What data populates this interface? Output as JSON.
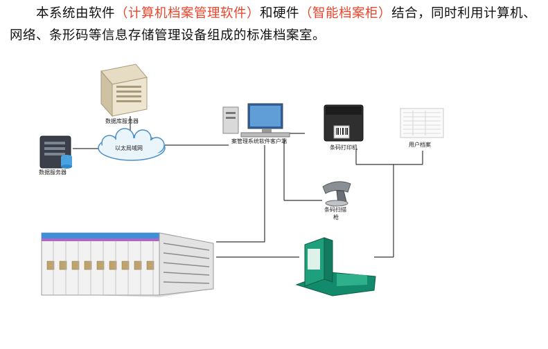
{
  "paragraph": {
    "part1": "本系统由软件",
    "software": "（计算机档案管理软件）",
    "part2": "和硬件",
    "hardware": "（智能档案柜）",
    "part3": "结合，同时利用计算机、网络、条形码等信息存储管理设备组成的标准档案室。"
  },
  "diagram": {
    "db_server": "数据库服务器",
    "lan": "以太局域网",
    "data_server": "数据服务器",
    "client": "案管理系统软件客户端",
    "printer": "条码打印机",
    "user_archive": "用户档案",
    "scanner_line1": "条码扫描",
    "scanner_line2": "枪"
  },
  "colors": {
    "highlight": "#e8452c",
    "line": "#333333"
  }
}
